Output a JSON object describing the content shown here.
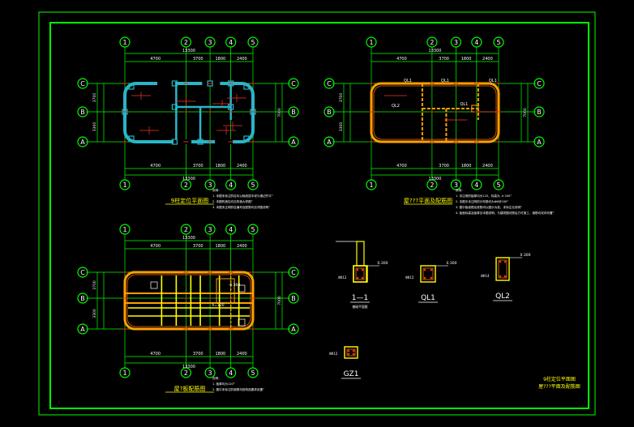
{
  "drawing": {
    "colors": {
      "background": "#000000",
      "frame": "#00ff00",
      "wall": "#29b6c8",
      "beam": "#ffa000",
      "column": "#ffff00",
      "axis_circle": "#00ff00",
      "axis_line": "#ff2020",
      "dim": "#00ff00",
      "text": "#ffffff",
      "title": "#ffff00",
      "rebar": "#ff3030"
    },
    "axes": {
      "columns": [
        "1",
        "2",
        "3",
        "4",
        "5"
      ],
      "rows": [
        "C",
        "B",
        "A"
      ]
    },
    "dims": {
      "top_total": "13300",
      "bays": [
        "4700",
        "3700",
        "1800",
        "2400"
      ],
      "bays_plan2": [
        "4700",
        "3700",
        "1800",
        "2400"
      ],
      "left": [
        "3700",
        "3300"
      ],
      "left_total": "7000"
    },
    "plans": [
      {
        "id": "p1",
        "title": "9柱定位平面图",
        "notes": [
          "说明：",
          "1. 本图未标注的柱均以轴线居中或与墙边齐平°",
          "2. 本图构造柱均见构造大样图°",
          "3. 本图未注明的柱编号及配筋均见详图说明°"
        ]
      },
      {
        "id": "p2",
        "title": "屋???平面及配筋图",
        "notes": [
          "说明：",
          "1. 未注明的板厚均为120，标高为 -0.300°",
          "2. 本图中未注明的分布筋均为Φ6@200°",
          "3. 图中板面筋及底筋均以图示为准，未标注见说明°",
          "4. 板面标高及板厚见本图说明，与建筑图对照后方可施工，钢筋均双向布置°"
        ]
      },
      {
        "id": "p3",
        "title": "屋?板配筋图",
        "notes": [
          "说明：",
          "1. 板厚均为120°",
          "2. 图中未标注的钢筋均按构造要求设置°"
        ]
      }
    ],
    "beam_labels": [
      "QL1",
      "QL1",
      "QL1",
      "QL2",
      "QL1"
    ],
    "level_tag": "-0.300",
    "slab_tag": "h=120",
    "details": [
      {
        "id": "d1",
        "label": "1—1",
        "sub": "基础平面图",
        "level": "0.300",
        "rebar": "4Φ12"
      },
      {
        "id": "d2",
        "label": "QL1",
        "sub": "",
        "level": "0.300",
        "rebar": "4Φ12"
      },
      {
        "id": "d3",
        "label": "QL2",
        "sub": "",
        "level": "0.300",
        "rebar": "4Φ14"
      },
      {
        "id": "d4",
        "label": "GZ1",
        "sub": "",
        "level": "",
        "rebar": "4Φ12"
      }
    ],
    "title_block": {
      "line1": "9柱定位平面图",
      "line2": "屋???平面及配筋图"
    }
  }
}
